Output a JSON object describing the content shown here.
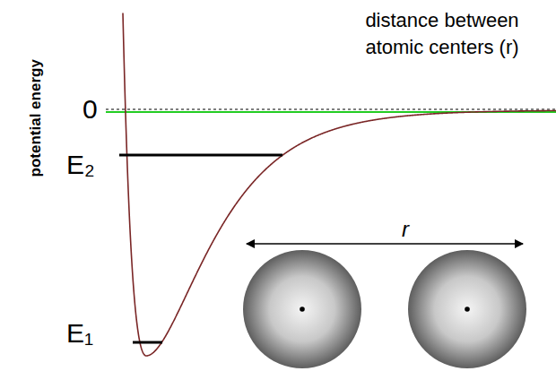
{
  "diagram": {
    "labels": [
      "potential energy",
      "0",
      "distance between atomic centers (r)",
      "E₂",
      "E₁",
      "r"
    ]
  }
}
